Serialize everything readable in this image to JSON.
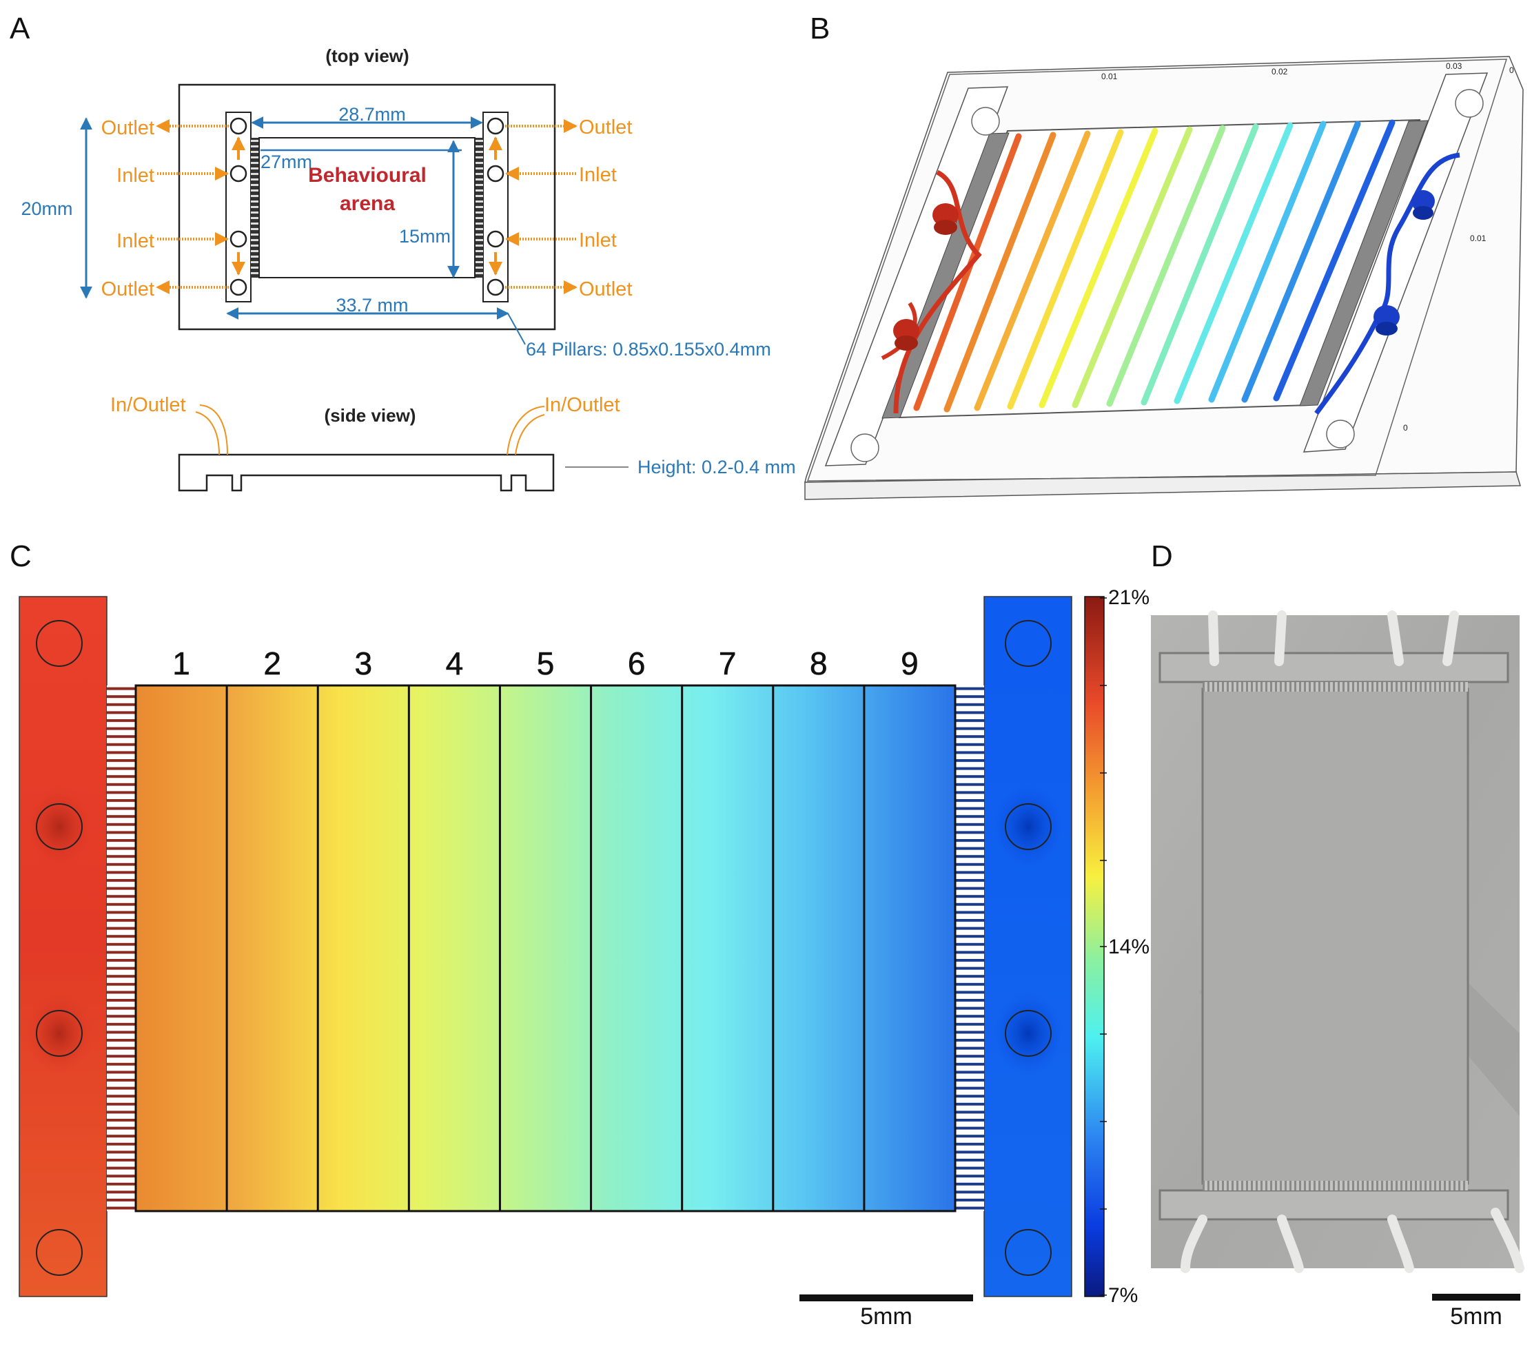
{
  "panels": {
    "a": "A",
    "b": "B",
    "c": "C",
    "d": "D"
  },
  "panel_a": {
    "top_view": "(top view)",
    "side_view": "(side view)",
    "outlet": "Outlet",
    "inlet": "Inlet",
    "in_outlet": "In/Outlet",
    "behavioural": "Behavioural",
    "arena": "arena",
    "dim_20mm": "20mm",
    "dim_28_7mm": "28.7mm",
    "dim_27mm": "27mm",
    "dim_15mm": "15mm",
    "dim_33_7mm": "33.7 mm",
    "pillars": "64 Pillars: 0.85x0.155x0.4mm",
    "height": "Height: 0.2-0.4 mm"
  },
  "panel_b": {
    "tick_001": "0.01",
    "tick_002": "0.02",
    "tick_003": "0.03",
    "tick_0a": "0",
    "tick_001b": "0.01",
    "tick_0b": "0"
  },
  "panel_c": {
    "zones": [
      "1",
      "2",
      "3",
      "4",
      "5",
      "6",
      "7",
      "8",
      "9"
    ],
    "colorbar": {
      "max": "21%",
      "mid": "14%",
      "min": "7%"
    },
    "scalebar": "5mm"
  },
  "panel_d": {
    "scalebar": "5mm"
  },
  "colors": {
    "high": "#e83a2a",
    "low": "#0a52e8",
    "accent_blue": "#2a78b8",
    "accent_orange": "#f0921e",
    "title_red": "#c0282e"
  }
}
